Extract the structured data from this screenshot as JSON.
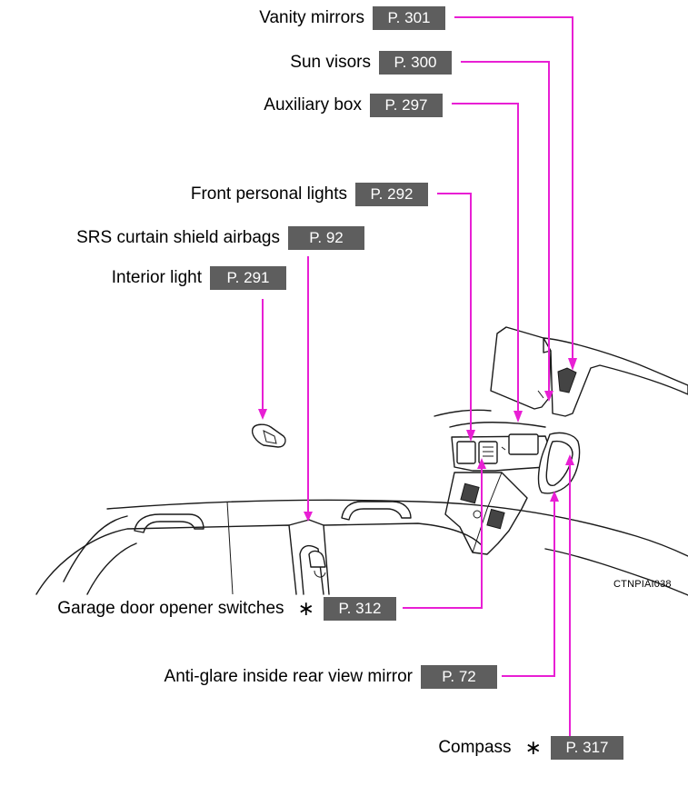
{
  "diagram_code": "CTNPIAI038",
  "callouts": [
    {
      "label": "Vanity mirrors",
      "page": "P. 301",
      "star": ""
    },
    {
      "label": "Sun visors",
      "page": "P. 300",
      "star": ""
    },
    {
      "label": "Auxiliary box",
      "page": "P. 297",
      "star": ""
    },
    {
      "label": "Front personal lights",
      "page": "P. 292",
      "star": ""
    },
    {
      "label": "SRS curtain shield airbags",
      "page": "P. 92",
      "star": ""
    },
    {
      "label": "Interior light",
      "page": "P. 291",
      "star": ""
    },
    {
      "label": "Garage door opener switches",
      "page": "P. 312",
      "star": "∗"
    },
    {
      "label": "Anti-glare inside rear view mirror",
      "page": "P. 72",
      "star": ""
    },
    {
      "label": "Compass",
      "page": "P. 317",
      "star": "∗"
    }
  ],
  "colors": {
    "leader_line": "#e81fd4",
    "page_tag": "#5e5e5e",
    "page_tag_text": "#ffffff"
  }
}
